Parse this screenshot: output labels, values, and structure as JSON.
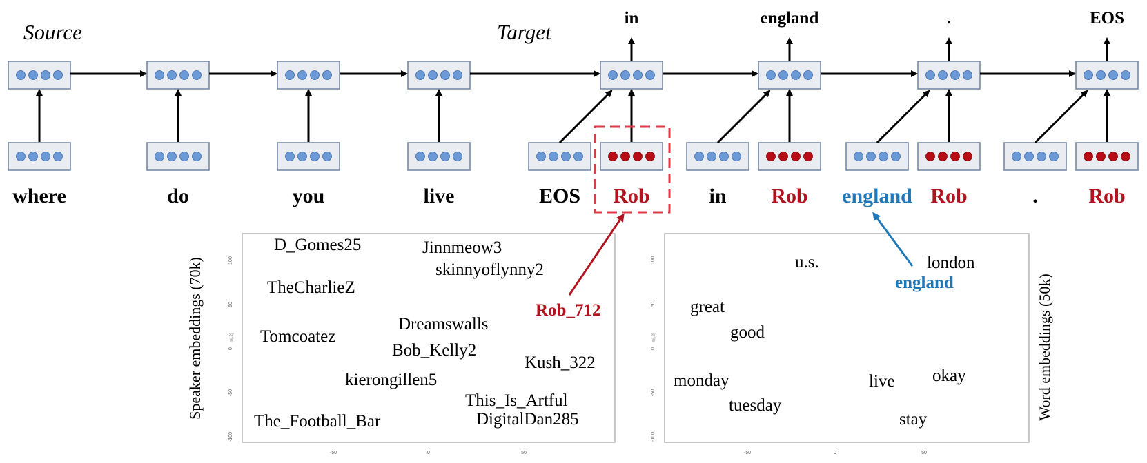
{
  "labels": {
    "source": "Source",
    "target": "Target"
  },
  "colors": {
    "speaker": "#b0141f",
    "word_highlight": "#1f78b8",
    "dot": "#6c9ad6",
    "dot_speaker": "#b80d14",
    "box_fill": "#e9edf2",
    "box_border": "#6f84a0",
    "arrow": "#000000"
  },
  "source_words": [
    "where",
    "do",
    "you",
    "live"
  ],
  "decoder_steps": [
    {
      "word": "EOS",
      "speaker": "Rob",
      "output": "in"
    },
    {
      "word": "in",
      "speaker": "Rob",
      "output": "england"
    },
    {
      "word": "england",
      "speaker": "Rob",
      "output": "."
    },
    {
      "word": ".",
      "speaker": "Rob",
      "output": "EOS"
    }
  ],
  "speaker_plot": {
    "axis_label": "Speaker embeddings (70k)",
    "y_axis_name": "m[,2]",
    "x_ticks": [
      "-50",
      "0",
      "50"
    ],
    "y_ticks": [
      "100",
      "50",
      "0",
      "-50",
      "-100"
    ],
    "highlight": "Rob_712",
    "points": [
      "D_Gomes25",
      "Jinnmeow3",
      "skinnyoflynny2",
      "TheCharlieZ",
      "Rob_712",
      "Dreamswalls",
      "Tomcoatez",
      "Bob_Kelly2",
      "Kush_322",
      "kierongillen5",
      "This_Is_Artful",
      "DigitalDan285",
      "The_Football_Bar"
    ]
  },
  "word_plot": {
    "axis_label": "Word embeddings (50k)",
    "y_axis_name": "m[,2]",
    "x_ticks": [
      "-50",
      "0",
      "50"
    ],
    "y_ticks": [
      "100",
      "50",
      "0",
      "-50",
      "-100"
    ],
    "highlight": "england",
    "points": [
      "u.s.",
      "london",
      "england",
      "great",
      "good",
      "monday",
      "live",
      "okay",
      "tuesday",
      "stay"
    ]
  }
}
